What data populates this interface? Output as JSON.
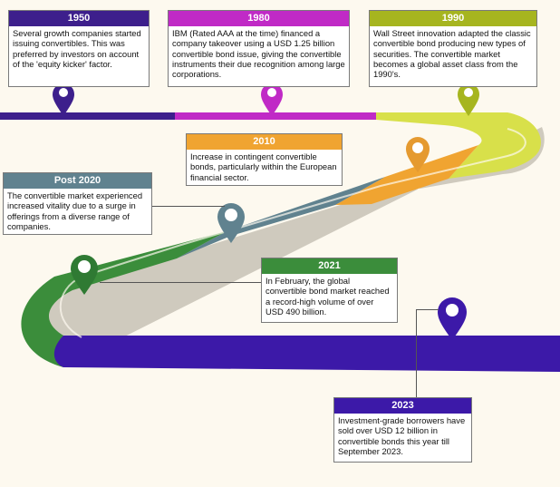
{
  "colors": {
    "c1950": "#3d1f8c",
    "c1980": "#c02ac6",
    "c1990": "#a6b51f",
    "c1990_road": "#d8e04a",
    "c2010": "#f0a431",
    "c2010_pin": "#e59a30",
    "cpost2020": "#60828f",
    "c2021": "#3b8d3b",
    "c2021_pin": "#2f7a33",
    "c2023": "#3c19a8",
    "road_shadow": "#cfcabe"
  },
  "milestones": [
    {
      "key": "m1950",
      "year": "1950",
      "text": "Several growth companies started issuing convertibles. This was preferred by investors on account of the 'equity kicker' factor.",
      "icon": "map-pin-icon"
    },
    {
      "key": "m1980",
      "year": "1980",
      "text": "IBM (Rated AAA at the time) financed a company takeover using a USD 1.25 billion convertible bond issue, giving the convertible instruments their due recognition among large corporations.",
      "icon": "map-pin-icon"
    },
    {
      "key": "m1990",
      "year": "1990",
      "text": "Wall Street innovation adapted the classic convertible bond producing new types of securities. The convertible market becomes a global asset class from the 1990's.",
      "icon": "map-pin-icon"
    },
    {
      "key": "m2010",
      "year": "2010",
      "text": "Increase in contingent convertible bonds, particularly within the European financial sector.",
      "icon": "map-pin-icon"
    },
    {
      "key": "mpost2020",
      "year": "Post 2020",
      "text": "The convertible market experienced increased vitality due to a surge in offerings from a diverse range of companies.",
      "icon": "map-pin-icon"
    },
    {
      "key": "m2021",
      "year": "2021",
      "text": "In February, the global convertible bond market reached a record-high volume of over USD 490 billion.",
      "icon": "map-pin-icon"
    },
    {
      "key": "m2023",
      "year": "2023",
      "text": "Investment-grade borrowers have sold over USD 12 billion in convertible bonds this year till September 2023.",
      "icon": "map-pin-icon"
    }
  ]
}
